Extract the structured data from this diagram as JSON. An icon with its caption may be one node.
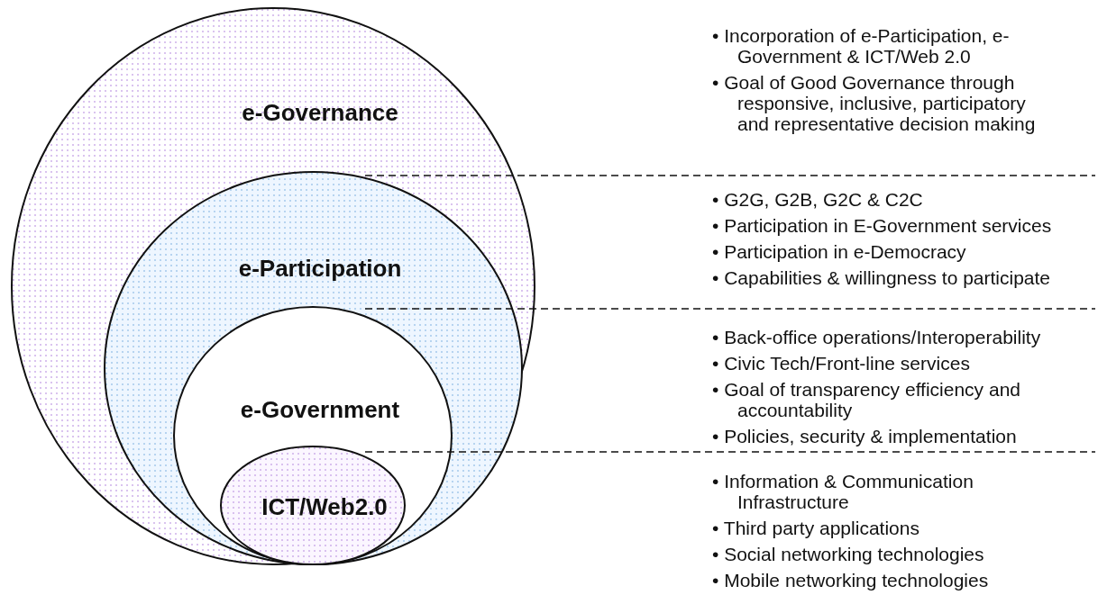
{
  "diagram": {
    "nodes": [
      {
        "text": [
          "e-Governance"
        ]
      },
      {
        "text": [
          "e-Participation"
        ],
        "in": 0
      },
      {
        "text": [
          "e-Government"
        ],
        "in": 1
      },
      {
        "text": [
          "ICT/Web2.0"
        ],
        "in": 2
      }
    ],
    "edges": [],
    "labels": [
      "• Incorporation of e-Participation, e-Government & ICT/Web 2.0",
      "• Goal of Good Governance through responsive, inclusive, participatory and representative decision making",
      "• G2G, G2B, G2C & C2C",
      "• Participation in E-Government services",
      "• Participation in e-Democracy",
      "• Capabilities & willingness to participate",
      "• Back-office operations/Interoperability",
      "• Civic Tech/Front-line services",
      "• Goal of transparency efficiency and accountability",
      "• Policies, security & implementation",
      "• Information & Communication Infrastructure",
      "• Third party applications",
      "• Social networking technologies",
      "• Mobile networking technologies"
    ]
  }
}
